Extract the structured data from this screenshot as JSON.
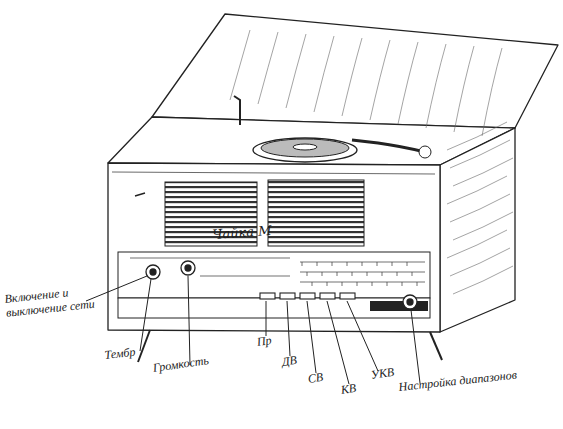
{
  "diagram": {
    "labels": [
      "Чайка М",
      "Включение и выключение сети",
      "Тембр",
      "Громкость",
      "Пр",
      "ДВ",
      "СВ",
      "КВ",
      "УКВ",
      "Настройка диапазонов"
    ]
  }
}
